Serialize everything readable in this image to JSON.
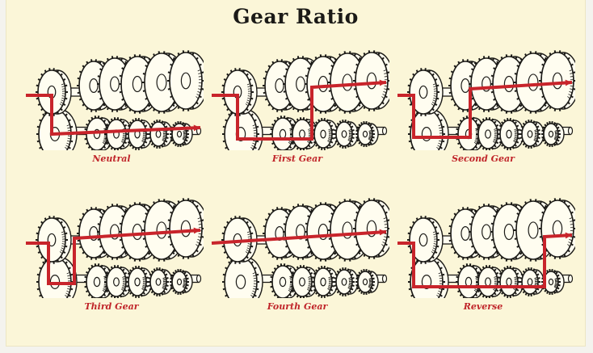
{
  "title": "Gear Ratio",
  "colors": {
    "background": "#fbf6d8",
    "ink": "#1b1a17",
    "power_path": "#c8242b",
    "caption": "#c0252a",
    "gear_fill": "#fffdf0"
  },
  "panels": [
    {
      "label": "Neutral",
      "path": "neutral"
    },
    {
      "label": "First Gear",
      "path": "first"
    },
    {
      "label": "Second Gear",
      "path": "second"
    },
    {
      "label": "Third Gear",
      "path": "third"
    },
    {
      "label": "Fourth Gear",
      "path": "fourth"
    },
    {
      "label": "Reverse",
      "path": "reverse"
    }
  ]
}
